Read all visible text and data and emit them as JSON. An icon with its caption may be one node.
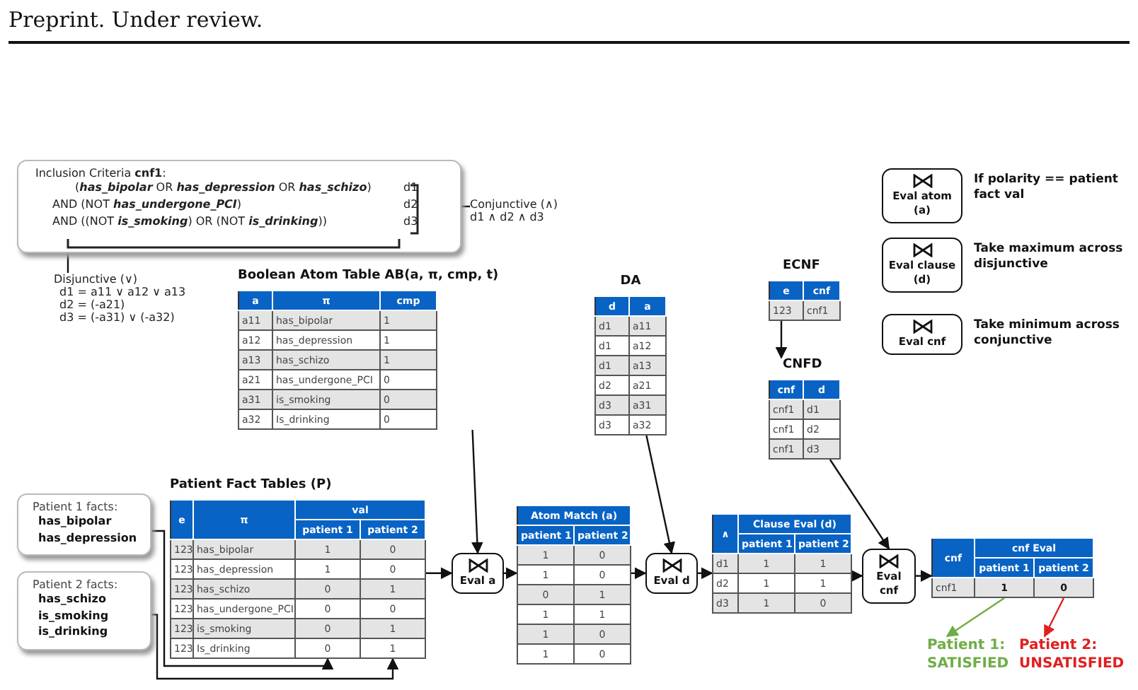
{
  "diagram": {
    "nodes": [
      {
        "text": [
          "Inclusion Criteria **cnf1**:",
          "(**has_bipolar** OR **has_depression** OR **has_schizo**)",
          "AND (NOT **has_undergone_PCI**)",
          "AND ((NOT **is_smoking**) OR (NOT **is_drinking**))",
          "d1",
          "d2",
          "d3"
        ]
      },
      {
        "text": [
          "Conjunctive (∧)",
          "d1 ∧ d2 ∧ d3"
        ]
      },
      {
        "text": [
          "Disjunctive (∨)",
          "d1 = a11 ∨ a12 ∨ a13",
          "d2 = (-a21)",
          "d3 = (-a31) ∨ (-a32)"
        ]
      },
      {
        "text": [
          "Boolean Atom Table AB(a, π, cmp, t)",
          "a",
          "π",
          "cmp",
          "a11",
          "has_bipolar",
          "1",
          "a12",
          "has_depression",
          "1",
          "a13",
          "has_schizo",
          "1",
          "a21",
          "has_undergone_PCI",
          "0",
          "a31",
          "is_smoking",
          "0",
          "a32",
          "Is_drinking",
          "0"
        ]
      },
      {
        "text": [
          "DA",
          "d",
          "a",
          "d1",
          "a11",
          "d1",
          "a12",
          "d1",
          "a13",
          "d2",
          "a21",
          "d3",
          "a31",
          "d3",
          "a32"
        ]
      },
      {
        "text": [
          "ECNF",
          "e",
          "cnf",
          "123",
          "cnf1"
        ]
      },
      {
        "text": [
          "CNFD",
          "cnf",
          "d",
          "cnf1",
          "d1",
          "cnf1",
          "d2",
          "cnf1",
          "d3"
        ]
      },
      {
        "text": [
          "Eval atom (a)"
        ],
        "beside": [
          "If polarity == patient fact val"
        ]
      },
      {
        "text": [
          "Eval clause (d)"
        ],
        "beside": [
          "Take maximum across disjunctive"
        ]
      },
      {
        "text": [
          "Eval cnf"
        ],
        "beside": [
          "Take minimum across conjunctive"
        ]
      },
      {
        "text": [
          "Patient 1 facts:",
          "has_bipolar has_depression"
        ]
      },
      {
        "text": [
          "Patient 2 facts:",
          "has_schizo is_smoking is_drinking"
        ]
      },
      {
        "text": [
          "Patient Fact Tables (P)",
          "e",
          "π",
          "val",
          "patient 1",
          "patient 2",
          "123",
          "has_bipolar",
          "1",
          "0",
          "123",
          "has_depression",
          "1",
          "0",
          "123",
          "has_schizo",
          "0",
          "1",
          "123",
          "has_undergone_PCI",
          "0",
          "0",
          "123",
          "is_smoking",
          "0",
          "1",
          "123",
          "Is_drinking",
          "0",
          "1"
        ]
      },
      {
        "text": [
          "Eval a"
        ]
      },
      {
        "text": [
          "Atom Match (a)",
          "patient 1",
          "patient 2",
          "1",
          "0",
          "1",
          "0",
          "0",
          "1",
          "1",
          "1",
          "1",
          "0",
          "1",
          "0"
        ]
      },
      {
        "text": [
          "Eval d"
        ]
      },
      {
        "text": [
          "∧",
          "Clause Eval (d)",
          "patient 1",
          "patient 2",
          "d1",
          "1",
          "1",
          "d2",
          "1",
          "1",
          "d3",
          "1",
          "0"
        ]
      },
      {
        "text": [
          "Eval cnf"
        ]
      },
      {
        "text": [
          "cnf",
          "cnf Eval",
          "patient 1",
          "patient 2",
          "cnf1",
          "1",
          "0"
        ]
      },
      {
        "text": [
          "Patient 1: SATISFIED"
        ]
      },
      {
        "text": [
          "Patient 2: UNSATISFIED"
        ]
      }
    ],
    "edges": [
      {
        "from": 1,
        "to": 0,
        "arrow": "none"
      },
      {
        "from": 2,
        "to": 0,
        "arrow": "none"
      },
      {
        "from": 5,
        "to": 6,
        "arrow": "to"
      },
      {
        "from": 3,
        "to": 13,
        "arrow": "to"
      },
      {
        "from": 12,
        "to": 13,
        "arrow": "to"
      },
      {
        "from": 10,
        "to": 12,
        "arrow": "to"
      },
      {
        "from": 11,
        "to": 12,
        "arrow": "to"
      },
      {
        "from": 13,
        "to": 14,
        "arrow": "to"
      },
      {
        "from": 4,
        "to": 15,
        "arrow": "to"
      },
      {
        "from": 14,
        "to": 15,
        "arrow": "to"
      },
      {
        "from": 15,
        "to": 16,
        "arrow": "to"
      },
      {
        "from": 6,
        "to": 17,
        "arrow": "to"
      },
      {
        "from": 16,
        "to": 17,
        "arrow": "to"
      },
      {
        "from": 17,
        "to": 18,
        "arrow": "to"
      },
      {
        "from": 18,
        "to": 19,
        "arrow": "to",
        "color": "#70ad47"
      },
      {
        "from": 18,
        "to": 20,
        "arrow": "to",
        "color": "#e02020"
      }
    ],
    "labels": [
      "Preprint. Under review."
    ]
  }
}
